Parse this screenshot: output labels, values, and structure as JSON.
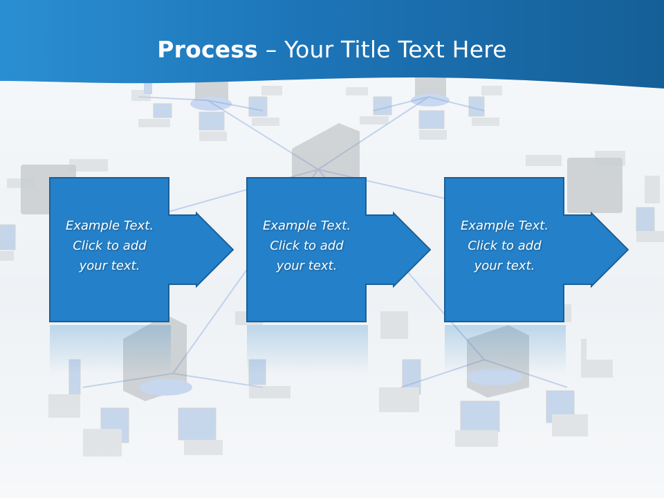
{
  "slide": {
    "title_bold": "Process",
    "title_rest": " – Your Title Text Here"
  },
  "steps": [
    {
      "lines": [
        "Example Text.",
        "Click  to add",
        "your text."
      ]
    },
    {
      "lines": [
        "Example Text.",
        "Click  to add",
        "your text."
      ]
    },
    {
      "lines": [
        "Example Text.",
        "Click  to add",
        "your text."
      ]
    }
  ],
  "colors": {
    "header_blue": "#1a6eae",
    "header_blue_light": "#2a8fd2",
    "box_blue": "#2480c8",
    "box_border": "#1a5f96",
    "background": "#eef2f6"
  },
  "icons": [
    "laptop-icon",
    "server-icon"
  ]
}
